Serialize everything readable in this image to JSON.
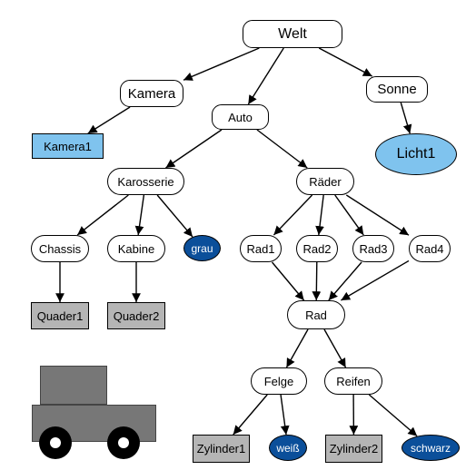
{
  "colors": {
    "light_blue": "#7fc3ee",
    "dark_blue": "#0b4f9a",
    "grey": "#b5b5b5"
  },
  "nodes": {
    "welt": "Welt",
    "kamera": "Kamera",
    "sonne": "Sonne",
    "auto": "Auto",
    "kamera1": "Kamera1",
    "licht1": "Licht1",
    "karosserie": "Karosserie",
    "raeder": "Räder",
    "chassis": "Chassis",
    "kabine": "Kabine",
    "grau": "grau",
    "rad1": "Rad1",
    "rad2": "Rad2",
    "rad3": "Rad3",
    "rad4": "Rad4",
    "quader1": "Quader1",
    "quader2": "Quader2",
    "rad": "Rad",
    "felge": "Felge",
    "reifen": "Reifen",
    "zylinder1": "Zylinder1",
    "weiss": "weiß",
    "zylinder2": "Zylinder2",
    "schwarz": "schwarz"
  },
  "edges": [
    [
      "welt",
      "kamera"
    ],
    [
      "welt",
      "auto"
    ],
    [
      "welt",
      "sonne"
    ],
    [
      "kamera",
      "kamera1"
    ],
    [
      "sonne",
      "licht1"
    ],
    [
      "auto",
      "karosserie"
    ],
    [
      "auto",
      "raeder"
    ],
    [
      "karosserie",
      "chassis"
    ],
    [
      "karosserie",
      "kabine"
    ],
    [
      "karosserie",
      "grau"
    ],
    [
      "raeder",
      "rad1"
    ],
    [
      "raeder",
      "rad2"
    ],
    [
      "raeder",
      "rad3"
    ],
    [
      "raeder",
      "rad4"
    ],
    [
      "chassis",
      "quader1"
    ],
    [
      "kabine",
      "quader2"
    ],
    [
      "rad1",
      "rad"
    ],
    [
      "rad2",
      "rad"
    ],
    [
      "rad3",
      "rad"
    ],
    [
      "rad4",
      "rad"
    ],
    [
      "rad",
      "felge"
    ],
    [
      "rad",
      "reifen"
    ],
    [
      "felge",
      "zylinder1"
    ],
    [
      "felge",
      "weiss"
    ],
    [
      "reifen",
      "zylinder2"
    ],
    [
      "reifen",
      "schwarz"
    ]
  ]
}
